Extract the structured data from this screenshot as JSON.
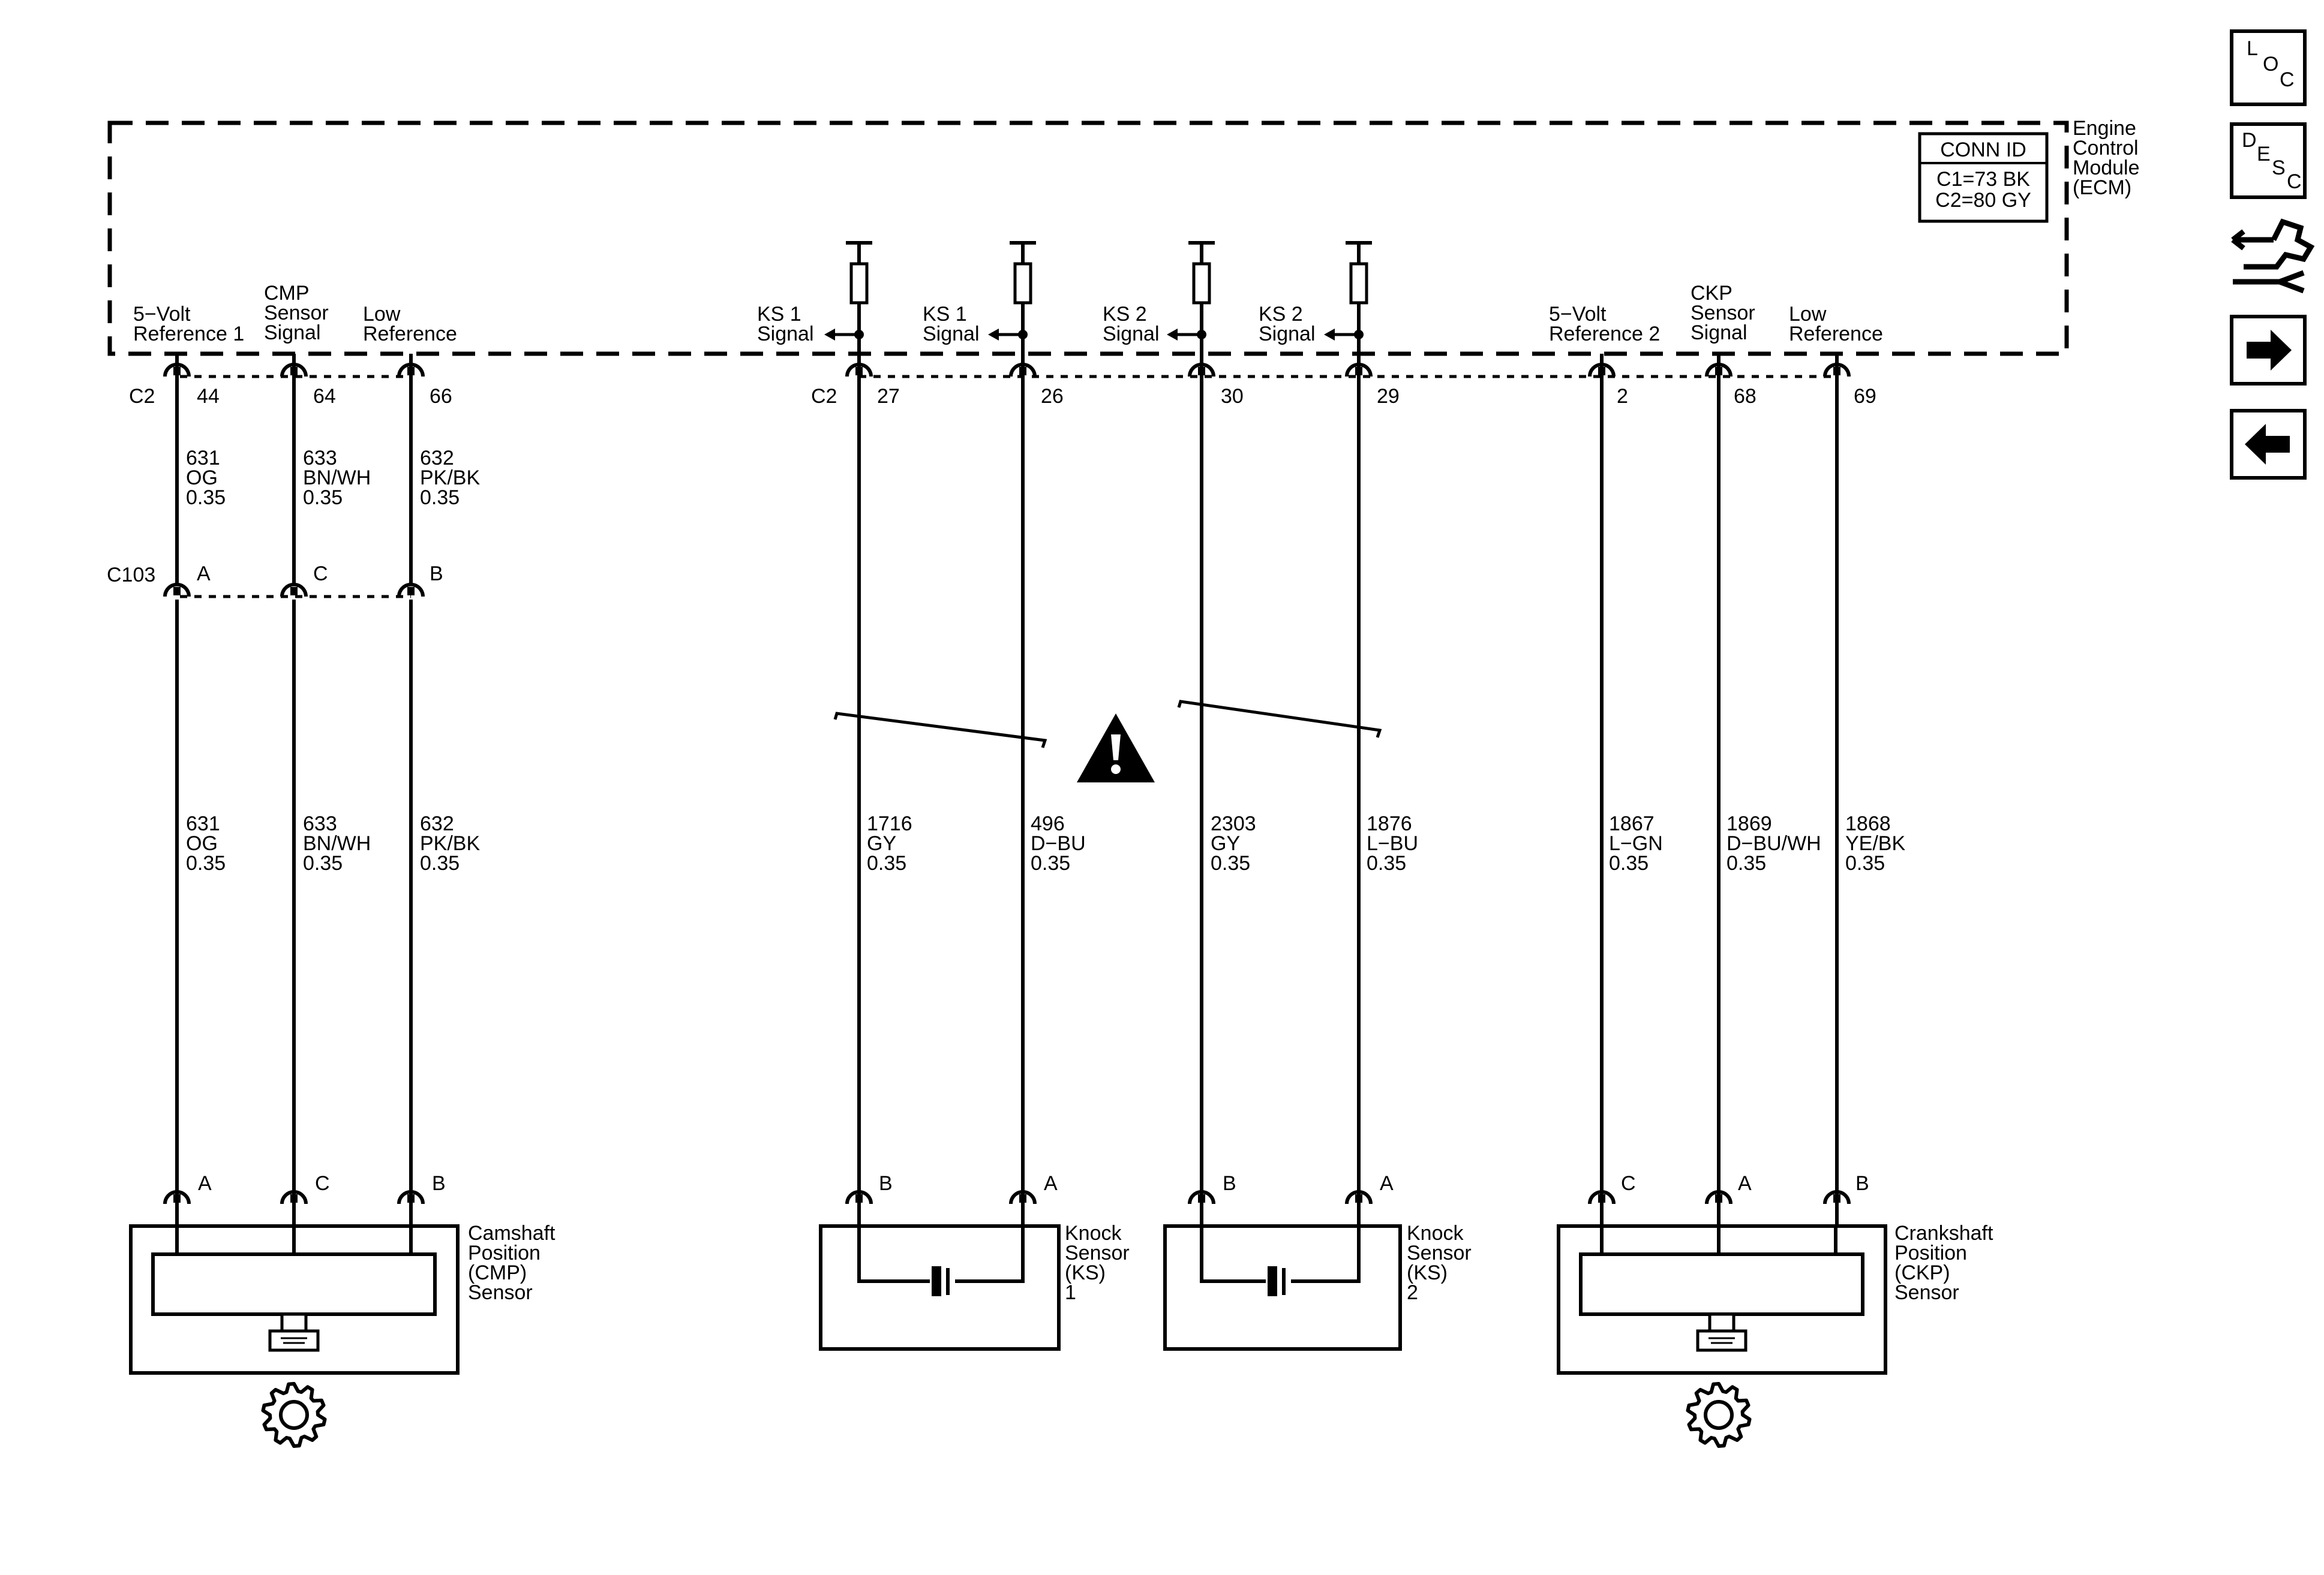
{
  "ecm": {
    "name_lines": [
      "Engine",
      "Control",
      "Module",
      "(ECM)"
    ],
    "conn_id": {
      "title": "CONN ID",
      "lines": [
        "C1=73 BK",
        "C2=80 GY"
      ]
    }
  },
  "circuits": [
    {
      "id": "5v-ref-1",
      "ecm_label": [
        "5−Volt",
        "Reference 1"
      ],
      "pin": "44",
      "upper_wire": [
        "631",
        "OG",
        "0.35"
      ],
      "c103_pin": "A",
      "lower_wire": [
        "631",
        "OG",
        "0.35"
      ],
      "sensor_pin": "A"
    },
    {
      "id": "cmp-signal",
      "ecm_label": [
        "CMP",
        "Sensor",
        "Signal"
      ],
      "pin": "64",
      "upper_wire": [
        "633",
        "BN/WH",
        "0.35"
      ],
      "c103_pin": "C",
      "lower_wire": [
        "633",
        "BN/WH",
        "0.35"
      ],
      "sensor_pin": "C"
    },
    {
      "id": "low-ref-1",
      "ecm_label": [
        "Low",
        "Reference"
      ],
      "pin": "66",
      "upper_wire": [
        "632",
        "PK/BK",
        "0.35"
      ],
      "c103_pin": "B",
      "lower_wire": [
        "632",
        "PK/BK",
        "0.35"
      ],
      "sensor_pin": "B"
    },
    {
      "id": "ks1-signal-b",
      "ecm_label": [
        "KS 1",
        "Signal"
      ],
      "pin": "27",
      "wire": [
        "1716",
        "GY",
        "0.35"
      ],
      "sensor_pin": "B"
    },
    {
      "id": "ks1-signal-a",
      "ecm_label": [
        "KS 1",
        "Signal"
      ],
      "pin": "26",
      "wire": [
        "496",
        "D−BU",
        "0.35"
      ],
      "sensor_pin": "A"
    },
    {
      "id": "ks2-signal-b",
      "ecm_label": [
        "KS 2",
        "Signal"
      ],
      "pin": "30",
      "wire": [
        "2303",
        "GY",
        "0.35"
      ],
      "sensor_pin": "B"
    },
    {
      "id": "ks2-signal-a",
      "ecm_label": [
        "KS 2",
        "Signal"
      ],
      "pin": "29",
      "wire": [
        "1876",
        "L−BU",
        "0.35"
      ],
      "sensor_pin": "A"
    },
    {
      "id": "5v-ref-2",
      "ecm_label": [
        "5−Volt",
        "Reference 2"
      ],
      "pin": "2",
      "wire": [
        "1867",
        "L−GN",
        "0.35"
      ],
      "sensor_pin": "C"
    },
    {
      "id": "ckp-signal",
      "ecm_label": [
        "CKP",
        "Sensor",
        "Signal"
      ],
      "pin": "68",
      "wire": [
        "1869",
        "D−BU/WH",
        "0.35"
      ],
      "sensor_pin": "A"
    },
    {
      "id": "low-ref-2",
      "ecm_label": [
        "Low",
        "Reference"
      ],
      "pin": "69",
      "wire": [
        "1868",
        "YE/BK",
        "0.35"
      ],
      "sensor_pin": "B"
    }
  ],
  "connectors": {
    "c2_left": "C2",
    "c2_mid": "C2",
    "c103": "C103"
  },
  "sensors": {
    "cmp": [
      "Camshaft",
      "Position",
      "(CMP)",
      "Sensor"
    ],
    "ks1": [
      "Knock",
      "Sensor",
      "(KS)",
      "1"
    ],
    "ks2": [
      "Knock",
      "Sensor",
      "(KS)",
      "2"
    ],
    "ckp": [
      "Crankshaft",
      "Position",
      "(CKP)",
      "Sensor"
    ]
  },
  "nav": {
    "loc": [
      "L",
      "O",
      "C"
    ],
    "desc": [
      "D",
      "E",
      "S",
      "C"
    ],
    "icons": [
      "service-tool-icon",
      "arrow-right-icon",
      "arrow-left-icon"
    ]
  }
}
